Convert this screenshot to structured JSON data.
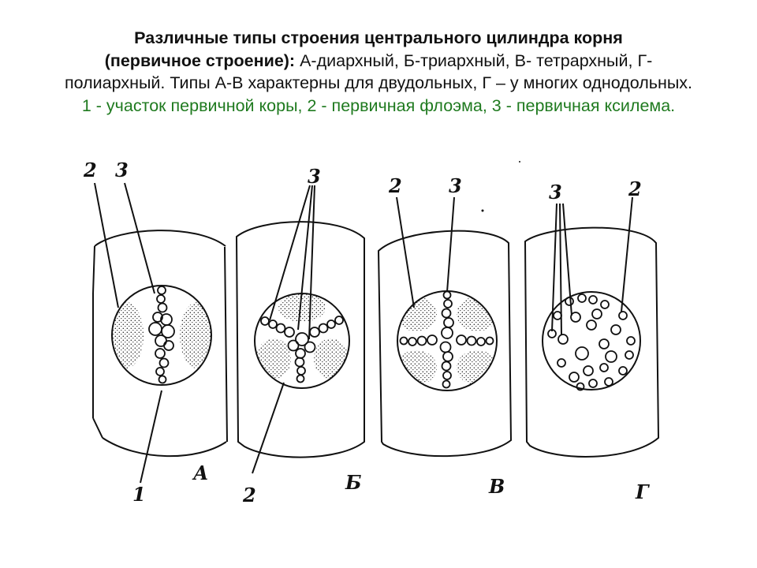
{
  "caption": {
    "title_bold": "Различные типы строения центрального цилиндра корня",
    "line2_bold": "(первичное строение):",
    "line2_rest": " А-диархный, Б-триархный, В- тетрархный, Г-",
    "line3": "полиархный. Типы А-В характерны для двудольных, Г – у многих однодольных.",
    "legend": "1 - участок первичной коры, 2 - первичная флоэма, 3 - первичная ксилема."
  },
  "diagram": {
    "panels": [
      {
        "letter": "А",
        "labels": [
          "2",
          "3",
          "1"
        ]
      },
      {
        "letter": "Б",
        "labels": [
          "3",
          "2"
        ]
      },
      {
        "letter": "В",
        "labels": [
          "2",
          "3"
        ]
      },
      {
        "letter": "Г",
        "labels": [
          "3",
          "2"
        ]
      }
    ]
  },
  "colors": {
    "ink": "#111111",
    "legend_green": "#1f7a1f"
  }
}
